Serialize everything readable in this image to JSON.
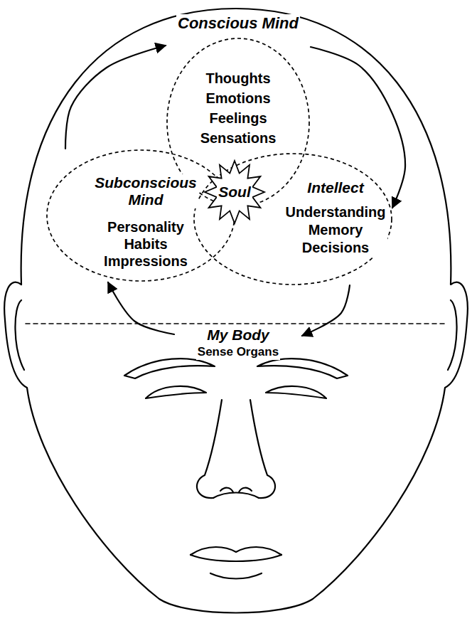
{
  "diagram": {
    "nodes": [
      {
        "text": [
          "Conscious Mind",
          "Thoughts Emotions Feelings Sensations"
        ]
      },
      {
        "text": [
          "Subconscious Mind",
          "Personality Habits Impressions"
        ]
      },
      {
        "text": [
          "Soul"
        ]
      },
      {
        "text": [
          "Intellect",
          "Understanding Memory Decisions"
        ]
      },
      {
        "text": [
          "My Body",
          "Sense Organs"
        ]
      }
    ],
    "edges": [
      {
        "from": 1,
        "to": 0,
        "arrow": "to"
      },
      {
        "from": 0,
        "to": 3,
        "arrow": "to"
      },
      {
        "from": 3,
        "to": 4,
        "arrow": "to"
      },
      {
        "from": 4,
        "to": 1,
        "arrow": "to"
      }
    ]
  }
}
